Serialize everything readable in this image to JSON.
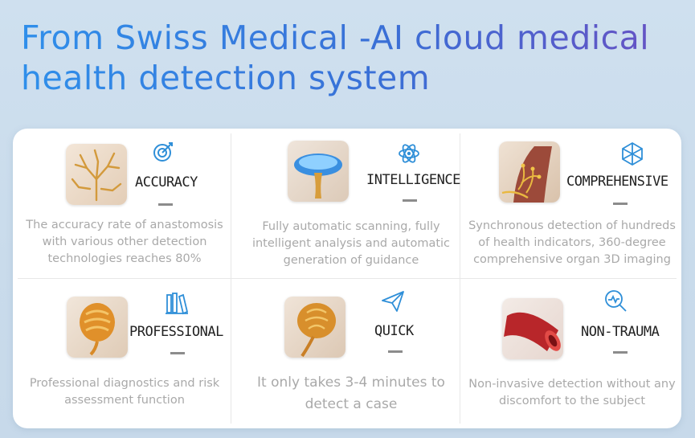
{
  "title": "From Swiss Medical -AI cloud medical health detection system",
  "features": [
    {
      "label": "ACCURACY",
      "description": "The accuracy rate of anastomosis with various other detection technologies reaches 80%",
      "icon": "target-icon",
      "image": "root-vessels-image"
    },
    {
      "label": "INTELLIGENCE",
      "description": "Fully automatic scanning, fully intelligent analysis and automatic generation of guidance",
      "icon": "atom-icon",
      "image": "gallbladder-image"
    },
    {
      "label": "COMPREHENSIVE",
      "description": "Synchronous detection of hundreds of health indicators, 360-degree comprehensive organ 3D imaging",
      "icon": "cube-network-icon",
      "image": "organ-tissue-image"
    },
    {
      "label": "PROFESSIONAL",
      "description": "Professional diagnostics and risk assessment function",
      "icon": "books-icon",
      "image": "intestine-image"
    },
    {
      "label": "QUICK",
      "description": "It only takes 3-4 minutes to detect a case",
      "icon": "paper-plane-icon",
      "image": "gland-image"
    },
    {
      "label": "NON-TRAUMA",
      "description": "Non-invasive detection without any discomfort to the subject",
      "icon": "magnifier-wave-icon",
      "image": "blood-vessel-image"
    }
  ]
}
